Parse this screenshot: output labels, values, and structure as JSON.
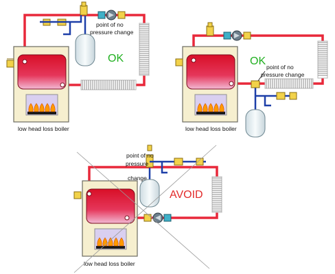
{
  "panels": [
    {
      "boiler_label": "low head loss boiler",
      "note_lines": [
        "point of no",
        "pressure change"
      ],
      "status": "OK"
    },
    {
      "boiler_label": "low head loss boiler",
      "note_lines": [
        "point of no",
        "pressure change"
      ],
      "status": "OK"
    },
    {
      "boiler_label": "low head loss boiler",
      "note_lines": [
        "point of no",
        "pressure",
        "change"
      ],
      "status": "AVOID"
    }
  ],
  "colors": {
    "pipe_supply": "#e8283a",
    "pipe_return_tint": "#f4b3c3",
    "cabinet": "#f6efcf",
    "heat_exchanger": "#d8102a",
    "firebox": "#d9cff0",
    "flame": "#ff9a00",
    "expansion_tank": "#e9f1f4",
    "brass_fitting": "#f2d24a",
    "cold_water_pipe": "#1d3fa8",
    "radiator_fin": "#8b8b8b",
    "ok_text": "#20b020",
    "avoid_text": "#e22a2a"
  },
  "icons": [
    "boiler",
    "circulator-pump",
    "expansion-tank",
    "air-separator",
    "pressure-relief-valve",
    "fin-tube-baseboard",
    "burner-flames",
    "crossed-out-lines"
  ]
}
